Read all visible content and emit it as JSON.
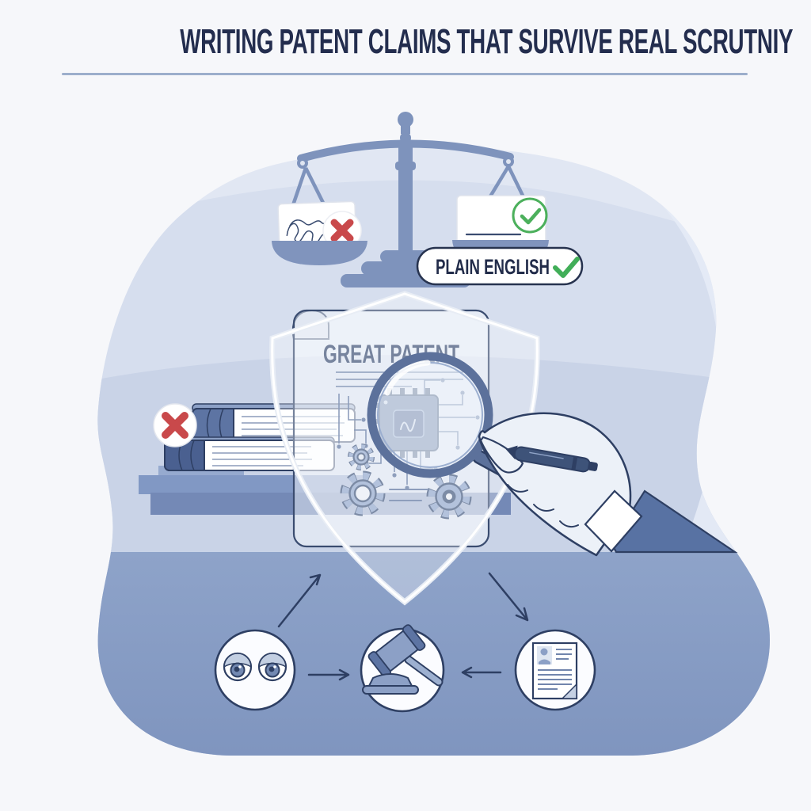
{
  "title": {
    "text": "WRITING PATENT CLAIMS THAT SURVIVE REAL SCRUTNIY"
  },
  "balance": {
    "left_card": {
      "icon": "tangled-scribble-icon",
      "badge_icon": "x-mark-icon"
    },
    "right_card": {
      "icon": "clear-line-icon",
      "badge_icon": "check-icon"
    }
  },
  "plain_english_badge": {
    "label": "PLAIN ENGLISH",
    "icon": "check-icon"
  },
  "patent_document": {
    "heading": "GREAT PATENT",
    "icons": [
      "shield-icon",
      "chip-icon",
      "circuit-traces-icon",
      "gear-icon",
      "magnifier-icon",
      "hand-with-pen-icon"
    ]
  },
  "rejected_books": {
    "badge_icon": "x-mark-icon"
  },
  "flow": {
    "nodes": [
      {
        "icon": "eyes-icon"
      },
      {
        "icon": "gavel-icon"
      },
      {
        "icon": "document-icon"
      }
    ],
    "arrows": [
      "eyes-to-shield",
      "shield-to-document",
      "eyes-to-gavel",
      "document-to-gavel"
    ]
  },
  "colors": {
    "title_navy": "#232d4e",
    "outline_navy": "#2e3f63",
    "steel_blue": "#7e93bc",
    "blob_light": "#dfe5f1",
    "blob_mid": "#c9d3e7",
    "blob_dark": "#8a9fc5",
    "red": "#c9494b",
    "green": "#4cb05c"
  }
}
